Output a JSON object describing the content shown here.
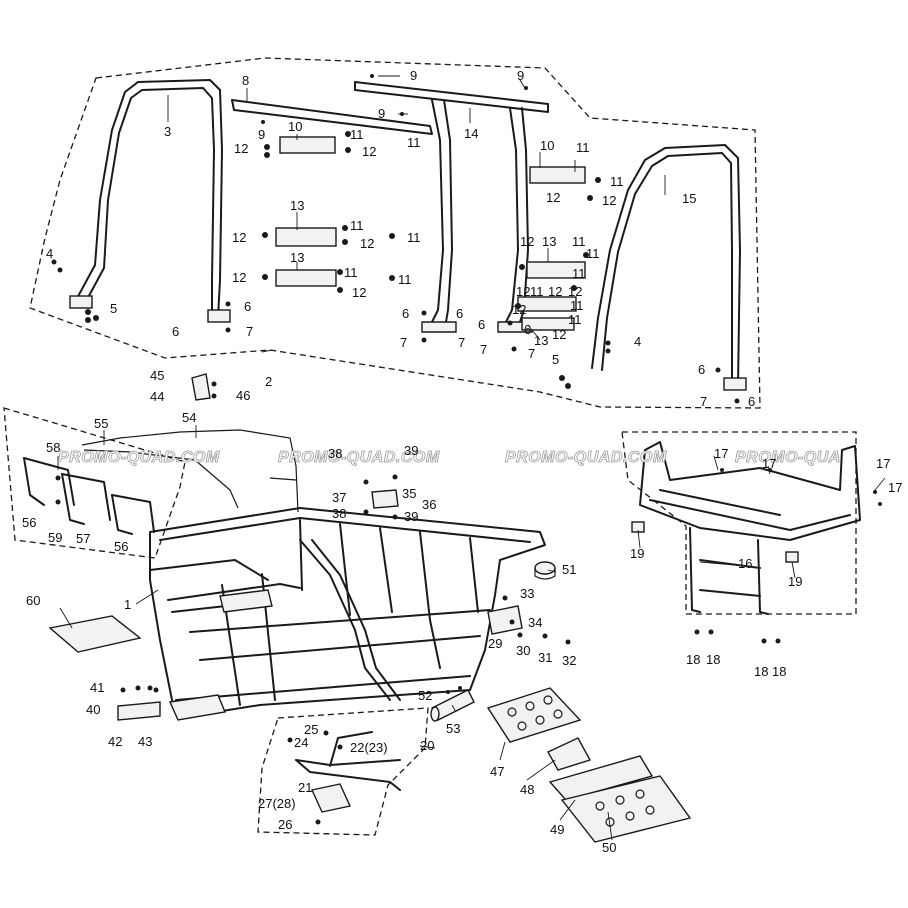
{
  "diagram": {
    "watermark_text": "PROMO-QUAD.COM",
    "watermark_partial": "PROMO-QUA",
    "callouts": {
      "c1": "1",
      "c2": "2",
      "c3": "3",
      "c4": "4",
      "c5": "5",
      "c6": "6",
      "c7": "7",
      "c8": "8",
      "c9": "9",
      "c10": "10",
      "c11": "11",
      "c12": "12",
      "c13": "13",
      "c14": "14",
      "c15": "15",
      "c16": "16",
      "c17": "17",
      "c18": "18",
      "c19": "19",
      "c20": "20",
      "c21": "21",
      "c22": "22(23)",
      "c24": "24",
      "c25": "25",
      "c26": "26",
      "c27": "27(28)",
      "c29": "29",
      "c30": "30",
      "c31": "31",
      "c32": "32",
      "c33": "33",
      "c34": "34",
      "c35": "35",
      "c36": "36",
      "c37": "37",
      "c38": "38",
      "c39": "39",
      "c40": "40",
      "c41": "41",
      "c42": "42",
      "c43": "43",
      "c44": "44",
      "c45": "45",
      "c46": "46",
      "c47": "47",
      "c48": "48",
      "c49": "49",
      "c50": "50",
      "c51": "51",
      "c52": "52",
      "c53": "53",
      "c54": "54",
      "c55": "55",
      "c56": "56",
      "c57": "57",
      "c58": "58",
      "c59": "59",
      "c60": "60"
    }
  }
}
